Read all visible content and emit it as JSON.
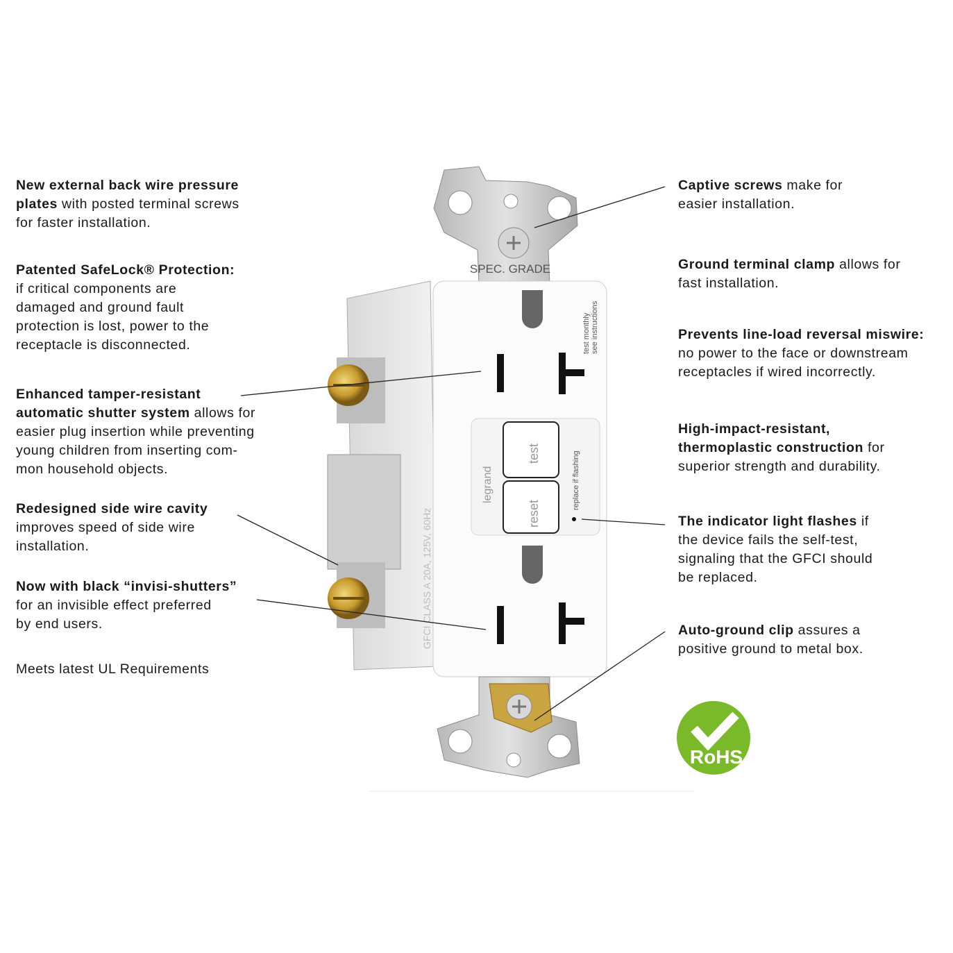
{
  "left_callouts": [
    {
      "bold": "New external back wire pressure\nplates",
      "text": " with posted terminal screws\nfor faster installation."
    },
    {
      "bold": "Patented SafeLock® Protection:",
      "text": "\nif critical components are\ndamaged and ground fault\nprotection is lost, power to the\nreceptacle is disconnected."
    },
    {
      "bold": "Enhanced tamper-resistant\nautomatic shutter system",
      "text": " allows for\neasier plug insertion while preventing\nyoung children from inserting com-\nmon household objects."
    },
    {
      "bold": "Redesigned side wire cavity",
      "text": "\nimproves speed of side wire\ninstallation."
    },
    {
      "bold": "Now with black “invisi-shutters”",
      "text": "\nfor an invisible effect preferred\nby end users."
    },
    {
      "bold": "",
      "text": "Meets latest UL Requirements"
    }
  ],
  "right_callouts": [
    {
      "bold": "Captive screws",
      "text": " make for\neasier installation."
    },
    {
      "bold": "Ground terminal clamp",
      "text": " allows for\nfast installation."
    },
    {
      "bold": "Prevents line-load reversal miswire:",
      "text": "\nno power to the face or downstream\nreceptacles if wired incorrectly."
    },
    {
      "bold": "High-impact-resistant,\nthermoplastic construction",
      "text": " for\nsuperior strength and durability."
    },
    {
      "bold": "The indicator light flashes",
      "text": " if\nthe device fails the self-test,\nsignaling that the GFCI should\nbe replaced."
    },
    {
      "bold": "Auto-ground clip",
      "text": " assures a\npositive ground to metal box."
    }
  ],
  "device": {
    "strap_label": "SPEC. GRADE",
    "brand": "legrand",
    "test_button": "test",
    "reset_button": "reset",
    "indicator_label": "replace if flashing",
    "instructions_line1": "test monthly",
    "instructions_line2": "see instructions",
    "rating": "GFCI CLASS A  20A, 125V, 60Hz"
  },
  "badge": {
    "label": "RoHS",
    "color": "#7ab929"
  },
  "colors": {
    "text": "#1a1a1a",
    "brass": "#c9a441",
    "metal": "#c8c8c8"
  }
}
